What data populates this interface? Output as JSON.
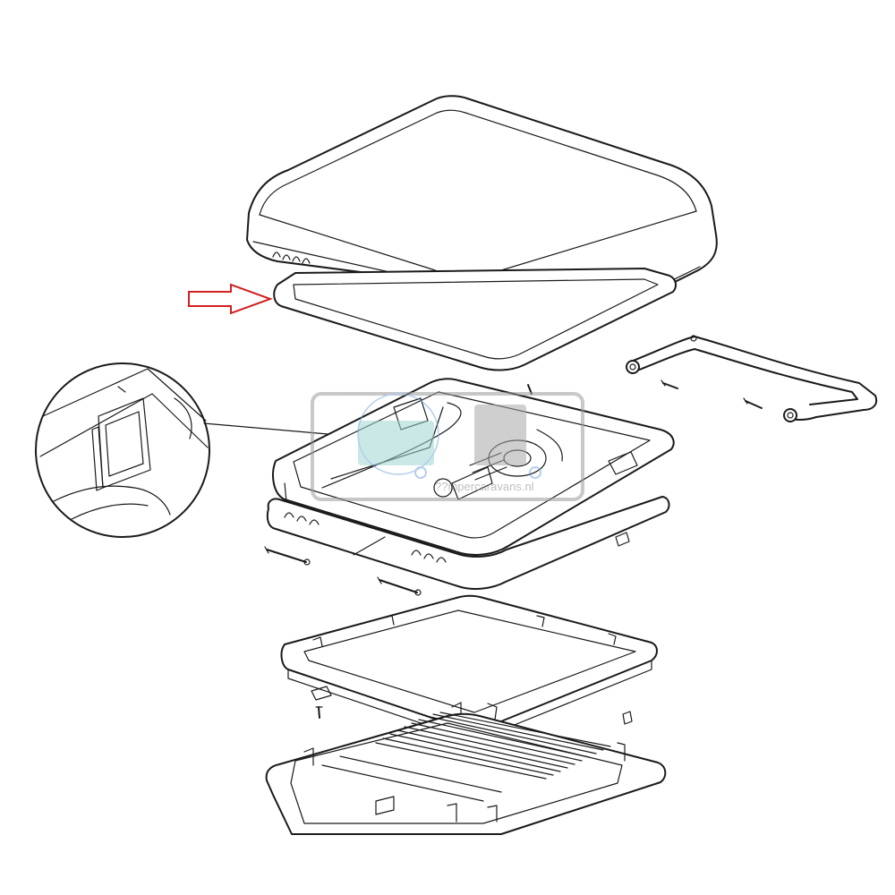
{
  "diagram": {
    "type": "exploded-view",
    "parts": [
      "roof-vent-dome",
      "dome-seal-frame",
      "hinge-arm",
      "hinge-pins",
      "mechanism-frame",
      "mounting-bolts",
      "mounting-frame",
      "inner-frame-with-fly-screen"
    ],
    "callout": "detail-circle-latch",
    "pointer": "red-arrow-to-seal-frame"
  },
  "watermark": {
    "text": "??mpercaravans.nl"
  },
  "colors": {
    "line": "#1a1a1a",
    "arrow": "#d22020",
    "watermark_gray": "#8a8a8a",
    "watermark_teal": "#9fd6d0",
    "watermark_blue": "#7aa6e0",
    "background": "#ffffff"
  }
}
